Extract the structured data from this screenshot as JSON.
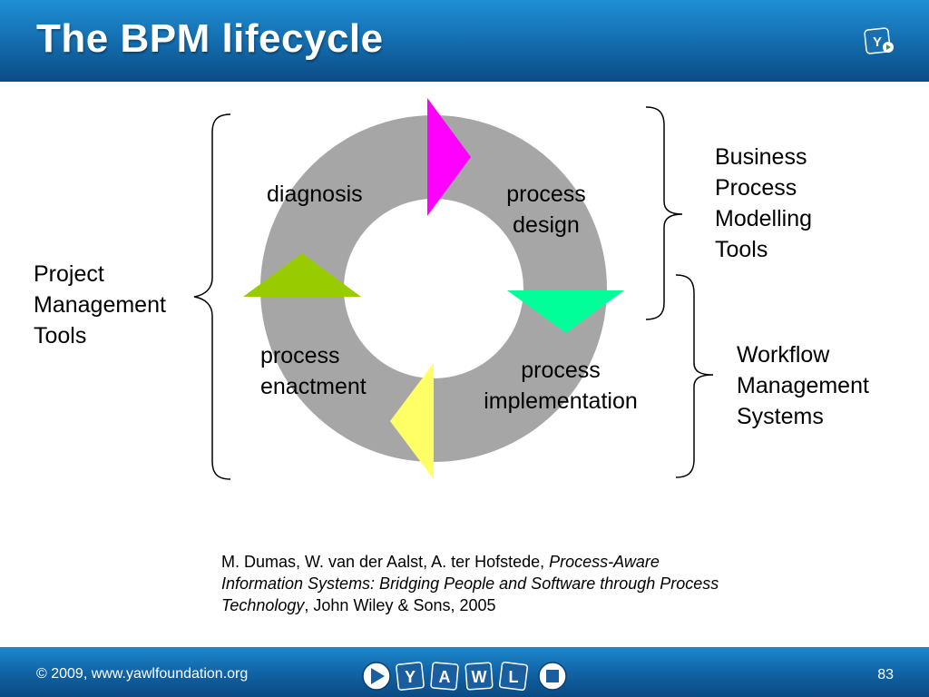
{
  "slide": {
    "title": "The BPM lifecycle",
    "footer_copyright": "© 2009, www.yawlfoundation.org",
    "page_number": "83",
    "header_logo_letter": "Y",
    "nav": {
      "play_icon": "play-icon",
      "letters": [
        "Y",
        "A",
        "W",
        "L"
      ],
      "stop_icon": "stop-icon"
    }
  },
  "diagram": {
    "phases": {
      "diagnosis": [
        "diagnosis"
      ],
      "design": [
        "process",
        "design"
      ],
      "implementation": [
        "process",
        "implementation"
      ],
      "enactment": [
        "process",
        "enactment"
      ]
    },
    "tool_labels": {
      "project_management": [
        "Project",
        "Management",
        "Tools"
      ],
      "business_process_modelling": [
        "Business",
        "Process",
        "Modelling",
        "Tools"
      ],
      "workflow_management": [
        "Workflow",
        "Management",
        "Systems"
      ]
    },
    "colors": {
      "ring": "#a6a6a6",
      "arrow_top": "#ff00ff",
      "arrow_right": "#00ff99",
      "arrow_bottom": "#ffff66",
      "arrow_left": "#99cc00",
      "brace": "#000000"
    }
  },
  "reference": {
    "authors": "M. Dumas, W. van der Aalst, A. ter Hofstede, ",
    "title_line1": "Process-Aware",
    "title_line2": "Information Systems: Bridging People and Software through Process",
    "title_line3": "Technology",
    "publisher": ", John Wiley & Sons, 2005"
  }
}
